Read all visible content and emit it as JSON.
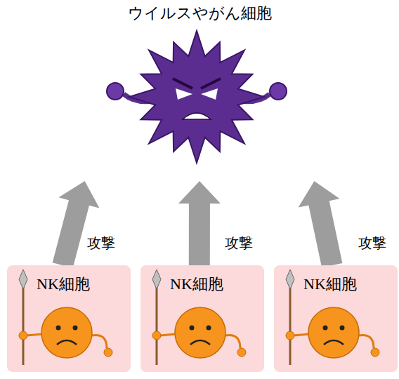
{
  "diagram": {
    "nodes": [
      {
        "text": [
          "ウイルスやがん細胞"
        ]
      },
      {
        "text": [
          "NK細胞"
        ]
      },
      {
        "text": [
          "NK細胞"
        ]
      },
      {
        "text": [
          "NK細胞"
        ]
      }
    ],
    "edges": [
      {
        "from": 1,
        "to": 0,
        "arrow": "to",
        "label": "攻撃"
      },
      {
        "from": 2,
        "to": 0,
        "arrow": "to",
        "label": "攻撃"
      },
      {
        "from": 3,
        "to": 0,
        "arrow": "to",
        "label": "攻撃"
      }
    ]
  }
}
